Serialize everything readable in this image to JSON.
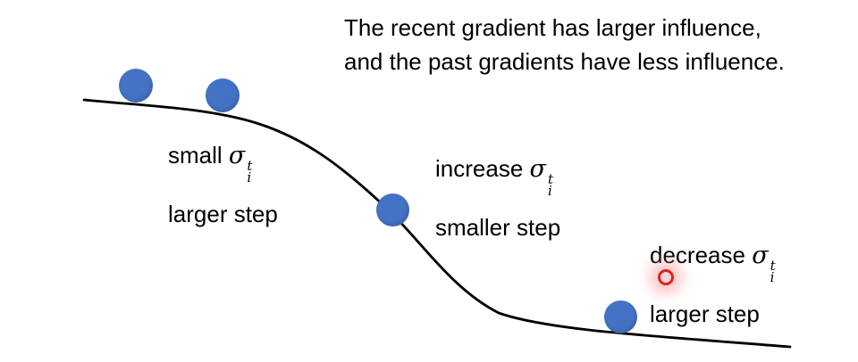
{
  "caption": {
    "line1": "The recent gradient has larger influence,",
    "line2": "and the past gradients have less influence."
  },
  "labels": [
    {
      "prefix": "small ",
      "symbol": "σ",
      "sup": "t",
      "sub": "i",
      "line2": "larger step"
    },
    {
      "prefix": "increase ",
      "symbol": "σ",
      "sup": "t",
      "sub": "i",
      "line2": "smaller step"
    },
    {
      "prefix": "decrease ",
      "symbol": "σ",
      "sup": "t",
      "sub": "i",
      "line2": "larger step"
    }
  ],
  "icons": {
    "laser_pointer": "laser-dot",
    "balls": "gradient-descent-ball"
  },
  "colors": {
    "ball": "#4472C4",
    "curve": "#000000",
    "laser": "#DD2222",
    "background": "#FFFFFF"
  }
}
